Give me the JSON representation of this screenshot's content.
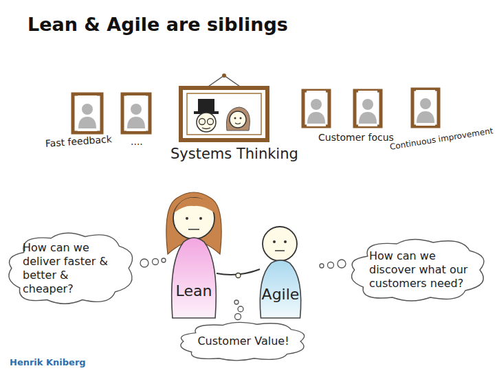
{
  "diagram": {
    "title": "Lean & Agile are siblings",
    "nodes": [
      {
        "text": [
          "How can we deliver faster & better & cheaper?"
        ]
      },
      {
        "text": [
          "Lean"
        ]
      },
      {
        "text": [
          "Agile"
        ]
      },
      {
        "text": [
          "How can we discover what our customers need?"
        ]
      },
      {
        "text": [
          "Customer Value!"
        ]
      }
    ],
    "edges": [
      {
        "from": 1,
        "to": 2,
        "arrow": "none"
      }
    ],
    "labels": [
      "Fast feedback",
      "....",
      "Systems Thinking",
      "Customer focus",
      "Continuous improvement",
      "Henrik Kniberg"
    ]
  }
}
